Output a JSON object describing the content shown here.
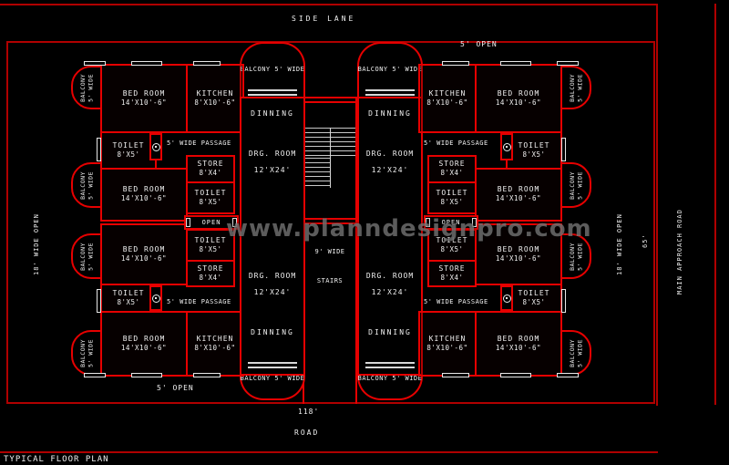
{
  "title": "TYPICAL FLOOR PLAN",
  "surroundings": {
    "side_lane": "SIDE LANE",
    "open_top_right": "5' OPEN",
    "open_bottom_left": "5' OPEN",
    "road_length": "118'",
    "road": "ROAD",
    "left_open": "18' WIDE OPEN",
    "right_open": "18' WIDE OPEN",
    "plot_depth": "65'",
    "main_approach_road": "MAIN APPROACH ROAD"
  },
  "rooms": {
    "bedroom": {
      "name": "BED ROOM",
      "dims": "14'X10'-6\""
    },
    "kitchen": {
      "name": "KITCHEN",
      "dims": "8'X10'-6\""
    },
    "toilet": {
      "name": "TOILET",
      "dims": "8'X5'"
    },
    "store": {
      "name": "STORE",
      "dims": "8'X4'"
    },
    "dinning": {
      "name": "DINNING"
    },
    "drawing_room": {
      "name": "DRG. ROOM",
      "dims": "12'X24'"
    },
    "passage": {
      "name": "5' WIDE PASSAGE"
    },
    "open_vent": {
      "name": "OPEN"
    },
    "balcony": {
      "line1": "BALCONY",
      "line2": "5' WIDE",
      "full": "BALCONY 5' WIDE"
    },
    "stairs": {
      "line1": "9' WIDE",
      "line2": "STAIRS"
    }
  },
  "watermark": "www.planndesignpro.com",
  "colors": {
    "wall": "#e60000",
    "boundary": "#b00000",
    "text": "#f0f0f0",
    "watermark": "#949494"
  }
}
